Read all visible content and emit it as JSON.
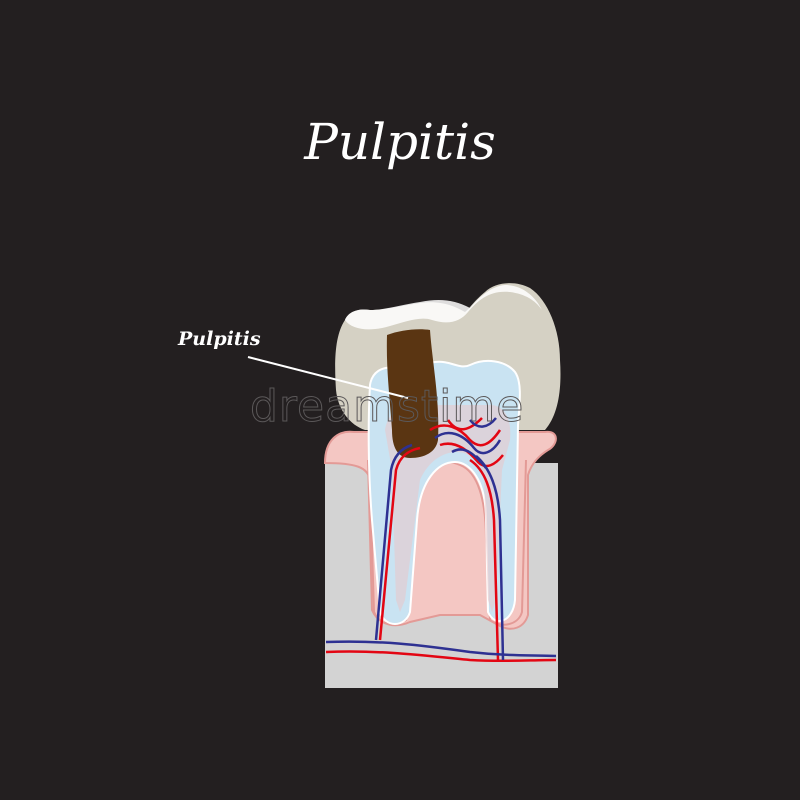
{
  "title": "Pulpitis",
  "callout_label": "Pulpitis",
  "watermark": "dreamstime",
  "colors": {
    "background": "#231f20",
    "enamel": "#d5d1c4",
    "dentin": "#c9e3f2",
    "pulp_caries": "#5a3512",
    "gum": "#f4c7c3",
    "gum_outline": "#e39a96",
    "bone": "#d3d3d3",
    "artery": "#e30613",
    "vein": "#2e3192"
  }
}
